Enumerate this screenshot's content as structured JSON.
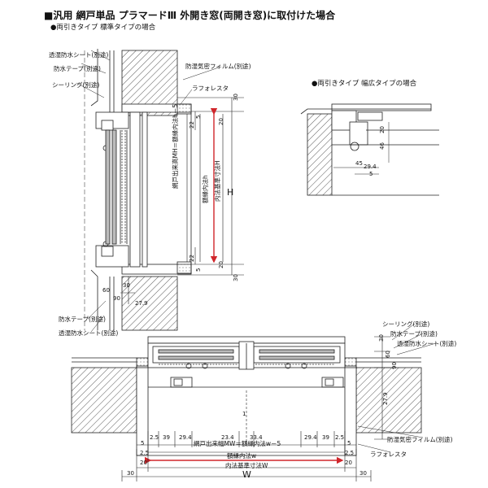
{
  "title": "■汎用 網戸単品 プラマードⅢ 外開き窓(両開き窓)に取付けた場合",
  "subtitle_standard": "●両引きタイプ 標準タイプの場合",
  "subtitle_wide": "●両引きタイプ 幅広タイプの場合",
  "labels": {
    "vapor_sheet": "透湿防水シート(別途)",
    "waterproof_tape": "防水テープ(別途)",
    "sealing": "シーリング(別途)",
    "vapor_film": "防湿気密フィルム(別途)",
    "lath": "ラフォレスタ",
    "w_screen": "網戸出来幅MW＝額縁内法w－5",
    "w_frame": "額縁内法w",
    "w_inner": "内法基準寸法W",
    "w_big": "W",
    "h_screen": "網戸出来高MH＝額縁内法h－5",
    "h_frame": "額縁内法h",
    "h_inner": "内法基準寸法H",
    "h_big": "H"
  },
  "dims": {
    "d30": "30",
    "d22": "22",
    "d5": "5",
    "d20": "20",
    "d60": "60",
    "d90": "90",
    "d27_9": "27.9",
    "d39": "39",
    "d29_4": "29.4",
    "d23_4": "23.4",
    "d33_4": "33.4",
    "d1": "1",
    "d2_5": "2.5",
    "d45": "45",
    "d46": "46"
  },
  "colors": {
    "line": "#222222",
    "red": "#d0262b",
    "glass": "#9a9a9a"
  }
}
